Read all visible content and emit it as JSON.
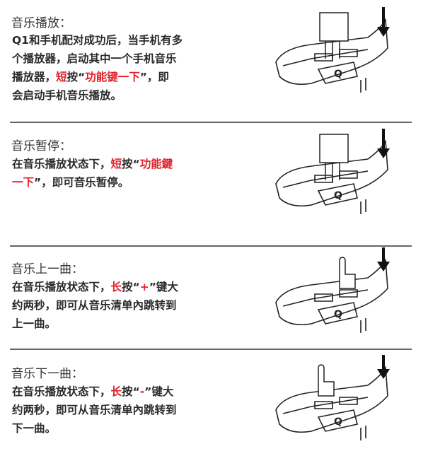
{
  "sections": [
    {
      "title": "音乐播放：",
      "lines": [
        [
          {
            "t": "Q1和手机配对成功后，当手机有多"
          }
        ],
        [
          {
            "t": "个播放器，启动其中一个手机音乐"
          }
        ],
        [
          {
            "t": "播放器，"
          },
          {
            "t": "短",
            "red": true
          },
          {
            "t": "按“"
          },
          {
            "t": "功能键一下",
            "red": true
          },
          {
            "t": "”，即"
          }
        ],
        [
          {
            "t": "会启动手机音乐播放。"
          }
        ]
      ]
    },
    {
      "title": "音乐暂停：",
      "lines": [
        [
          {
            "t": "在音乐播放状态下，"
          },
          {
            "t": "短",
            "red": true
          },
          {
            "t": "按“"
          },
          {
            "t": "功能鍵",
            "red": true
          }
        ],
        [
          {
            "t": "一下",
            "red": true
          },
          {
            "t": "”，即可音乐暂停。"
          }
        ]
      ]
    },
    {
      "title": "音乐上一曲：",
      "lines": [
        [
          {
            "t": "在音乐播放状态下，"
          },
          {
            "t": "长",
            "red": true
          },
          {
            "t": "按“"
          },
          {
            "t": "+",
            "red": true
          },
          {
            "t": "”键大"
          }
        ],
        [
          {
            "t": "约两秒，即可从音乐清单內跳转到"
          }
        ],
        [
          {
            "t": "上一曲。"
          }
        ]
      ]
    },
    {
      "title": "音乐下一曲：",
      "lines": [
        [
          {
            "t": "在音乐播放状态下，"
          },
          {
            "t": "长",
            "red": true
          },
          {
            "t": "按“"
          },
          {
            "t": "-",
            "red": true
          },
          {
            "t": "”键大"
          }
        ],
        [
          {
            "t": "约两秒，即可从音乐清单內跳转到"
          }
        ],
        [
          {
            "t": "下一曲。"
          }
        ]
      ]
    }
  ],
  "device_logo": "Q",
  "colors": {
    "accent_red": "#e0202a",
    "text": "#2a2a2a",
    "divider": "#666666"
  }
}
